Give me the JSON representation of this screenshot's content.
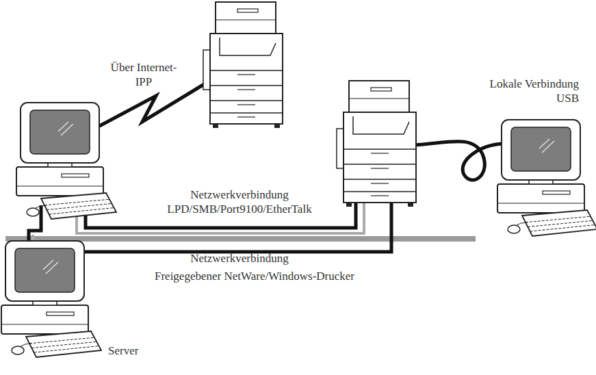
{
  "diagram": {
    "nodes": [
      {
        "text": [
          "Lokale Verbindung USB"
        ]
      },
      {
        "text": [
          "Server"
        ]
      }
    ],
    "labels": [
      "Über Internet-IPP",
      "Netzwerkverbindung LPD/SMB/Port9100/EtherTalk",
      "Netzwerkverbindung",
      "Freigegebener NetWare/Windows-Drucker"
    ]
  }
}
